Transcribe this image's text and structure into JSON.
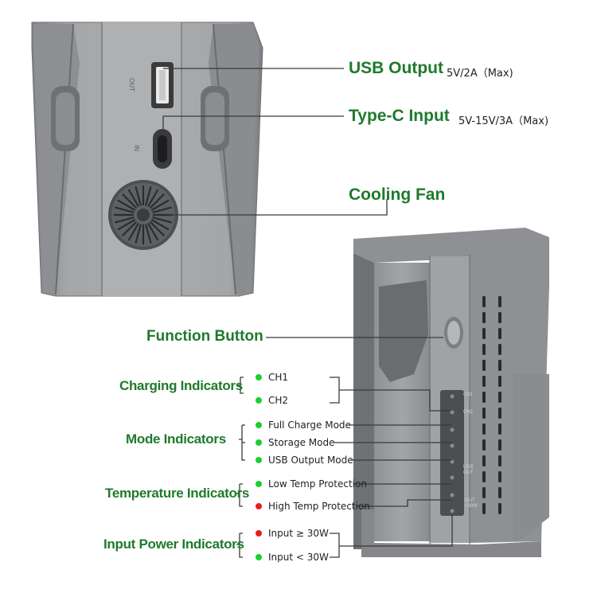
{
  "colors": {
    "accent_green": "#1e7a2c",
    "led_green": "#18d02f",
    "led_red": "#e02020",
    "device_gray": "#9a9c9e"
  },
  "top_callouts": {
    "usb_output": {
      "title": "USB Output",
      "spec": "5V/2A（Max)"
    },
    "typec_input": {
      "title": "Type-C Input",
      "spec": "5V-15V/3A（Max)"
    },
    "cooling_fan": {
      "title": "Cooling Fan"
    }
  },
  "device_port_labels": {
    "out": "OUT",
    "in": "IN"
  },
  "function_button": {
    "title": "Function Button"
  },
  "indicator_groups": [
    {
      "title": "Charging Indicators",
      "items": [
        {
          "label": "CH1",
          "led": "green"
        },
        {
          "label": "CH2",
          "led": "green"
        }
      ]
    },
    {
      "title": "Mode Indicators",
      "items": [
        {
          "label": "Full Charge Mode",
          "led": "green"
        },
        {
          "label": "Storage Mode",
          "led": "green"
        },
        {
          "label": "USB Output Mode",
          "led": "green"
        }
      ]
    },
    {
      "title": "Temperature Indicators",
      "items": [
        {
          "label": "Low Temp Protection",
          "led": "green"
        },
        {
          "label": "High Temp Protection",
          "led": "red"
        }
      ]
    },
    {
      "title": "Input Power Indicators",
      "items": [
        {
          "label": "Input ≥ 30W",
          "led": "red"
        },
        {
          "label": "Input < 30W",
          "led": "green"
        }
      ]
    }
  ],
  "panel_labels": {
    "ch1": "CH1",
    "ch2": "CH2",
    "usb_out": "USB OUT",
    "out_30w": "OUT <30W"
  }
}
